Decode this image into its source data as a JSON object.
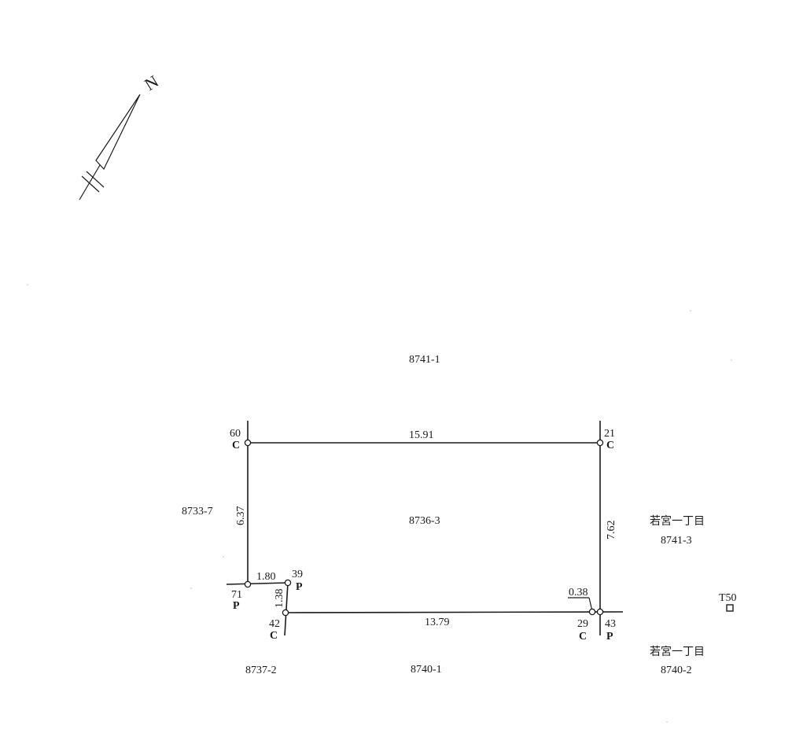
{
  "north_arrow": {
    "letter": "N"
  },
  "parcels": {
    "top": "8741-1",
    "center": "8736-3",
    "left": "8733-7",
    "right_town": "若宮一丁目",
    "right": "8741-3",
    "bottom_left": "8737-2",
    "bottom": "8740-1",
    "bottom_right_town": "若宮一丁目",
    "bottom_right": "8740-2"
  },
  "dimensions": {
    "top": "15.91",
    "left": "6.37",
    "right": "7.62",
    "bottom": "13.79",
    "notch_h": "1.80",
    "notch_v": "1.38",
    "corner_offset": "0.38"
  },
  "points": [
    {
      "num": "60",
      "code": "C"
    },
    {
      "num": "21",
      "code": "C"
    },
    {
      "num": "71",
      "code": "P"
    },
    {
      "num": "39",
      "code": "P"
    },
    {
      "num": "42",
      "code": "C"
    },
    {
      "num": "29",
      "code": "C"
    },
    {
      "num": "43",
      "code": "P"
    }
  ],
  "benchmark": {
    "label": "T50"
  }
}
